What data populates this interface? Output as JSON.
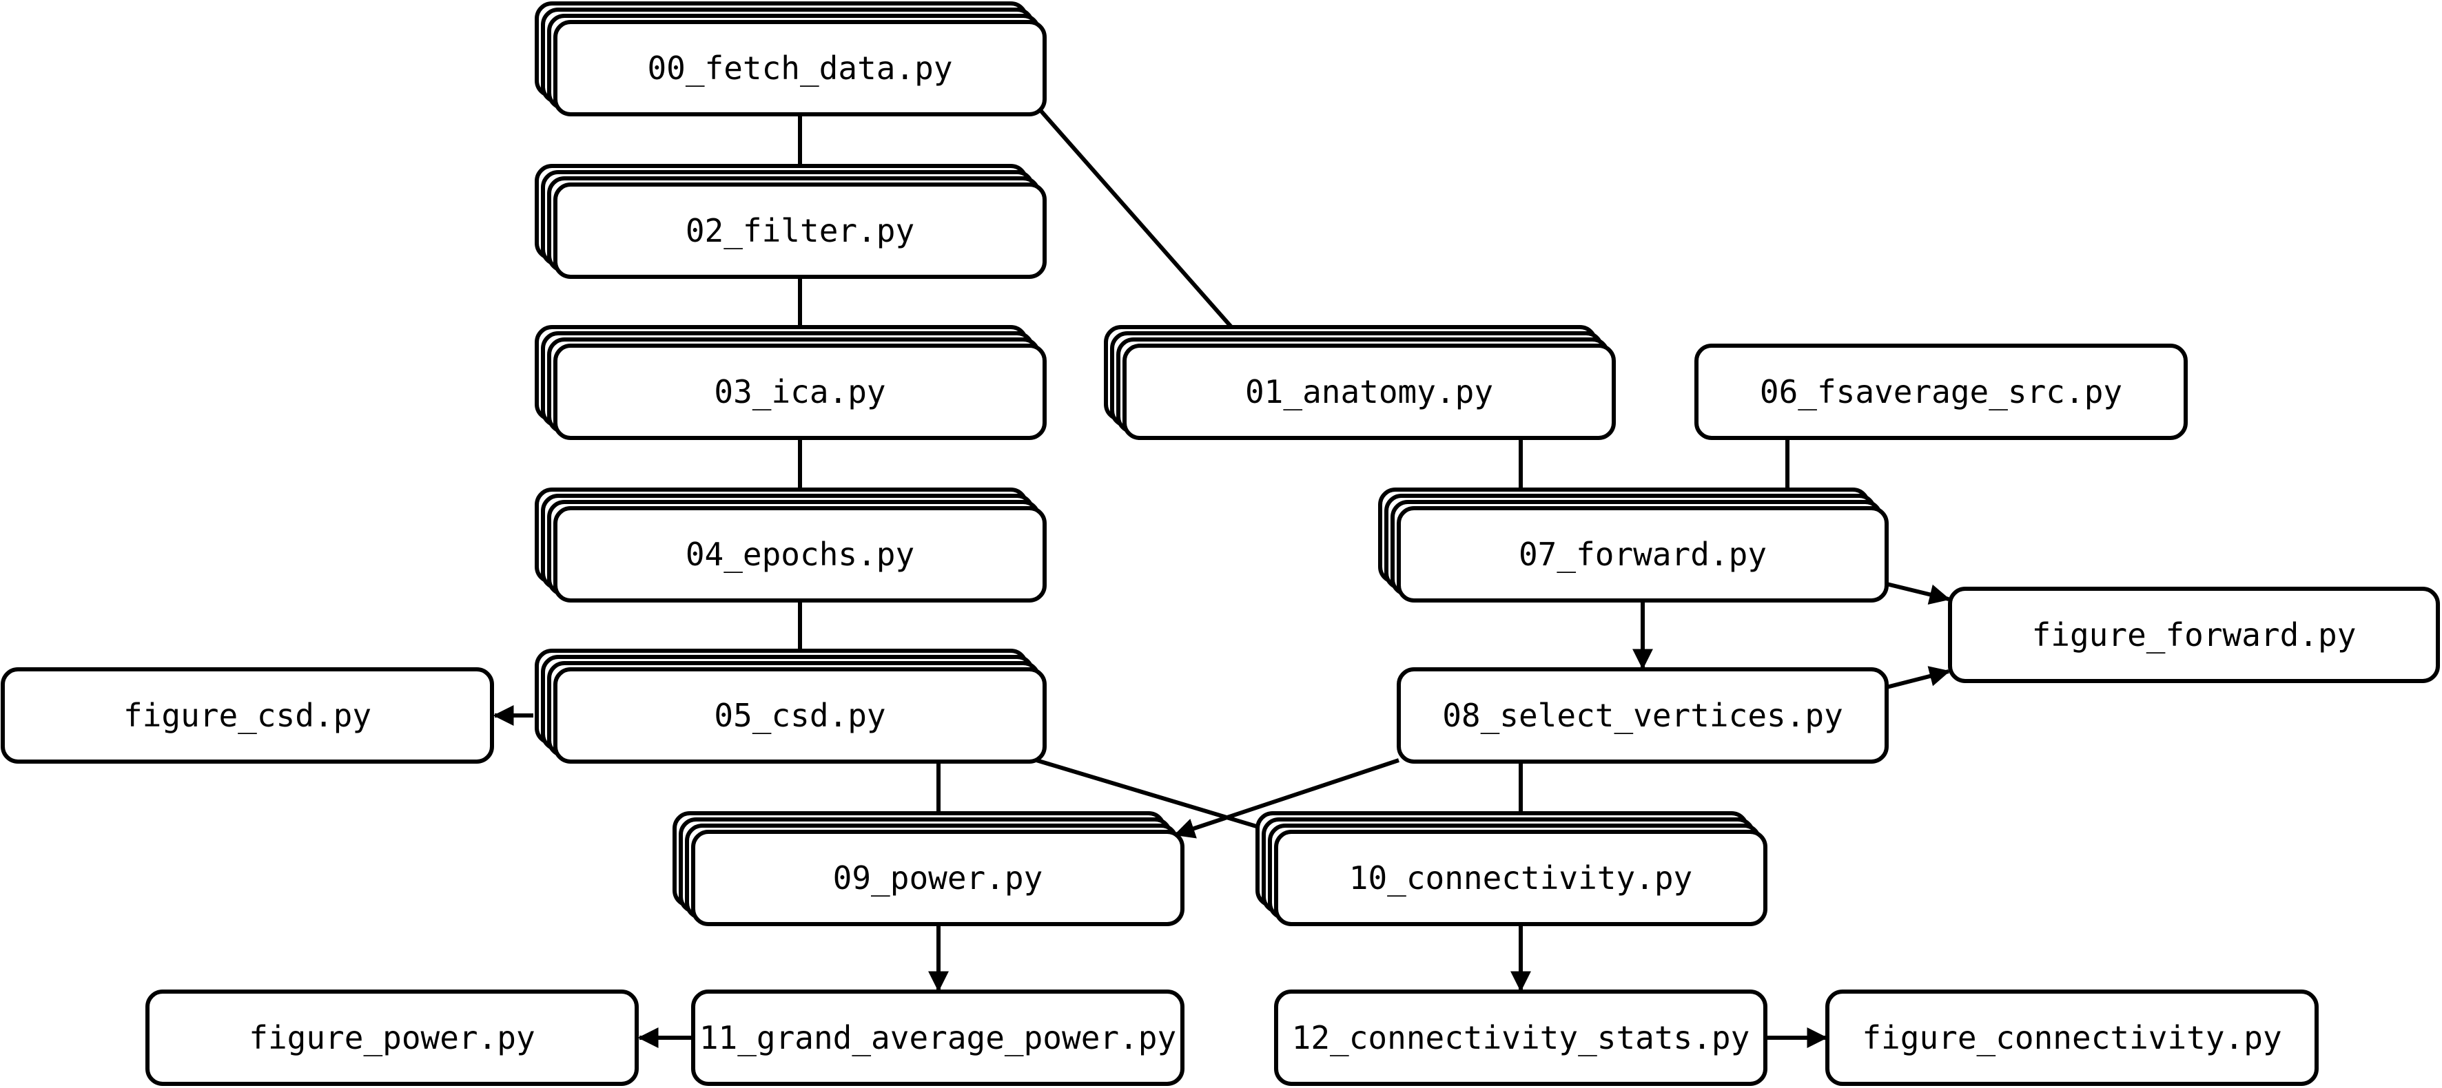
{
  "nodes": [
    {
      "id": "n00",
      "label": "00_fetch_data.py",
      "stacked": true
    },
    {
      "id": "n02",
      "label": "02_filter.py",
      "stacked": true
    },
    {
      "id": "n03",
      "label": "03_ica.py",
      "stacked": true
    },
    {
      "id": "n04",
      "label": "04_epochs.py",
      "stacked": true
    },
    {
      "id": "n05",
      "label": "05_csd.py",
      "stacked": true
    },
    {
      "id": "n01",
      "label": "01_anatomy.py",
      "stacked": true
    },
    {
      "id": "n06",
      "label": "06_fsaverage_src.py",
      "stacked": false
    },
    {
      "id": "n07",
      "label": "07_forward.py",
      "stacked": true
    },
    {
      "id": "n08",
      "label": "08_select_vertices.py",
      "stacked": false
    },
    {
      "id": "nff",
      "label": "figure_forward.py",
      "stacked": false
    },
    {
      "id": "nfc",
      "label": "figure_csd.py",
      "stacked": false
    },
    {
      "id": "n09",
      "label": "09_power.py",
      "stacked": true
    },
    {
      "id": "n10",
      "label": "10_connectivity.py",
      "stacked": true
    },
    {
      "id": "n11",
      "label": "11_grand_average_power.py",
      "stacked": false
    },
    {
      "id": "nfp",
      "label": "figure_power.py",
      "stacked": false
    },
    {
      "id": "n12",
      "label": "12_connectivity_stats.py",
      "stacked": false
    },
    {
      "id": "nfn",
      "label": "figure_connectivity.py",
      "stacked": false
    }
  ],
  "edges": [
    {
      "from": "n00",
      "to": "n02"
    },
    {
      "from": "n00",
      "to": "n01"
    },
    {
      "from": "n02",
      "to": "n03"
    },
    {
      "from": "n03",
      "to": "n04"
    },
    {
      "from": "n04",
      "to": "n05"
    },
    {
      "from": "n05",
      "to": "nfc"
    },
    {
      "from": "n05",
      "to": "n09"
    },
    {
      "from": "n05",
      "to": "n10"
    },
    {
      "from": "n01",
      "to": "n07"
    },
    {
      "from": "n06",
      "to": "n07"
    },
    {
      "from": "n07",
      "to": "n08"
    },
    {
      "from": "n07",
      "to": "nff"
    },
    {
      "from": "n08",
      "to": "nff"
    },
    {
      "from": "n08",
      "to": "n09"
    },
    {
      "from": "n08",
      "to": "n10"
    },
    {
      "from": "n09",
      "to": "n11"
    },
    {
      "from": "n11",
      "to": "nfp"
    },
    {
      "from": "n10",
      "to": "n12"
    },
    {
      "from": "n12",
      "to": "nfn"
    }
  ]
}
